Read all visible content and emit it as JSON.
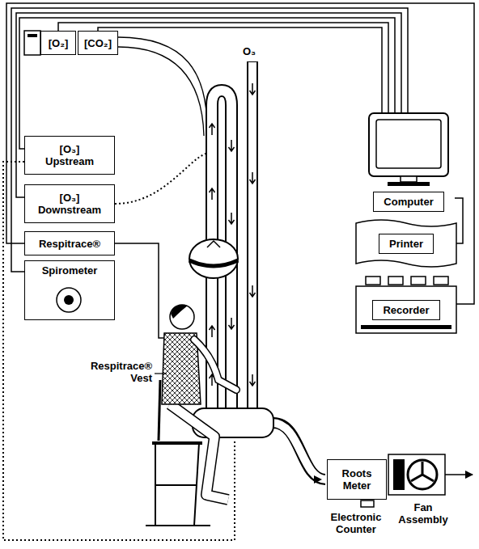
{
  "diagram": {
    "nodes": [
      {
        "text": [
          "[O₂]"
        ]
      },
      {
        "text": [
          "[CO₂]"
        ]
      },
      {
        "text": [
          "[O₃] Upstream"
        ]
      },
      {
        "text": [
          "[O₃] Downstream"
        ]
      },
      {
        "text": [
          "Respitrace®"
        ]
      },
      {
        "text": [
          "Spirometer"
        ]
      },
      {
        "text": [
          "Computer"
        ]
      },
      {
        "text": [
          "Printer"
        ]
      },
      {
        "text": [
          "Recorder"
        ]
      },
      {
        "text": [
          "Roots Meter"
        ]
      }
    ],
    "edges": [
      {
        "from": 0,
        "to": 6,
        "arrow": "none"
      },
      {
        "from": 1,
        "to": 6,
        "arrow": "none"
      },
      {
        "from": 2,
        "to": 6,
        "arrow": "none"
      },
      {
        "from": 3,
        "to": 6,
        "arrow": "none"
      },
      {
        "from": 4,
        "to": 8,
        "arrow": "none"
      },
      {
        "from": 5,
        "to": 6,
        "arrow": "none"
      },
      {
        "from": 6,
        "to": 7,
        "arrow": "none"
      }
    ],
    "labels": [
      "O₃",
      "Respitrace® Vest",
      "Electronic Counter",
      "Fan Assembly"
    ]
  }
}
